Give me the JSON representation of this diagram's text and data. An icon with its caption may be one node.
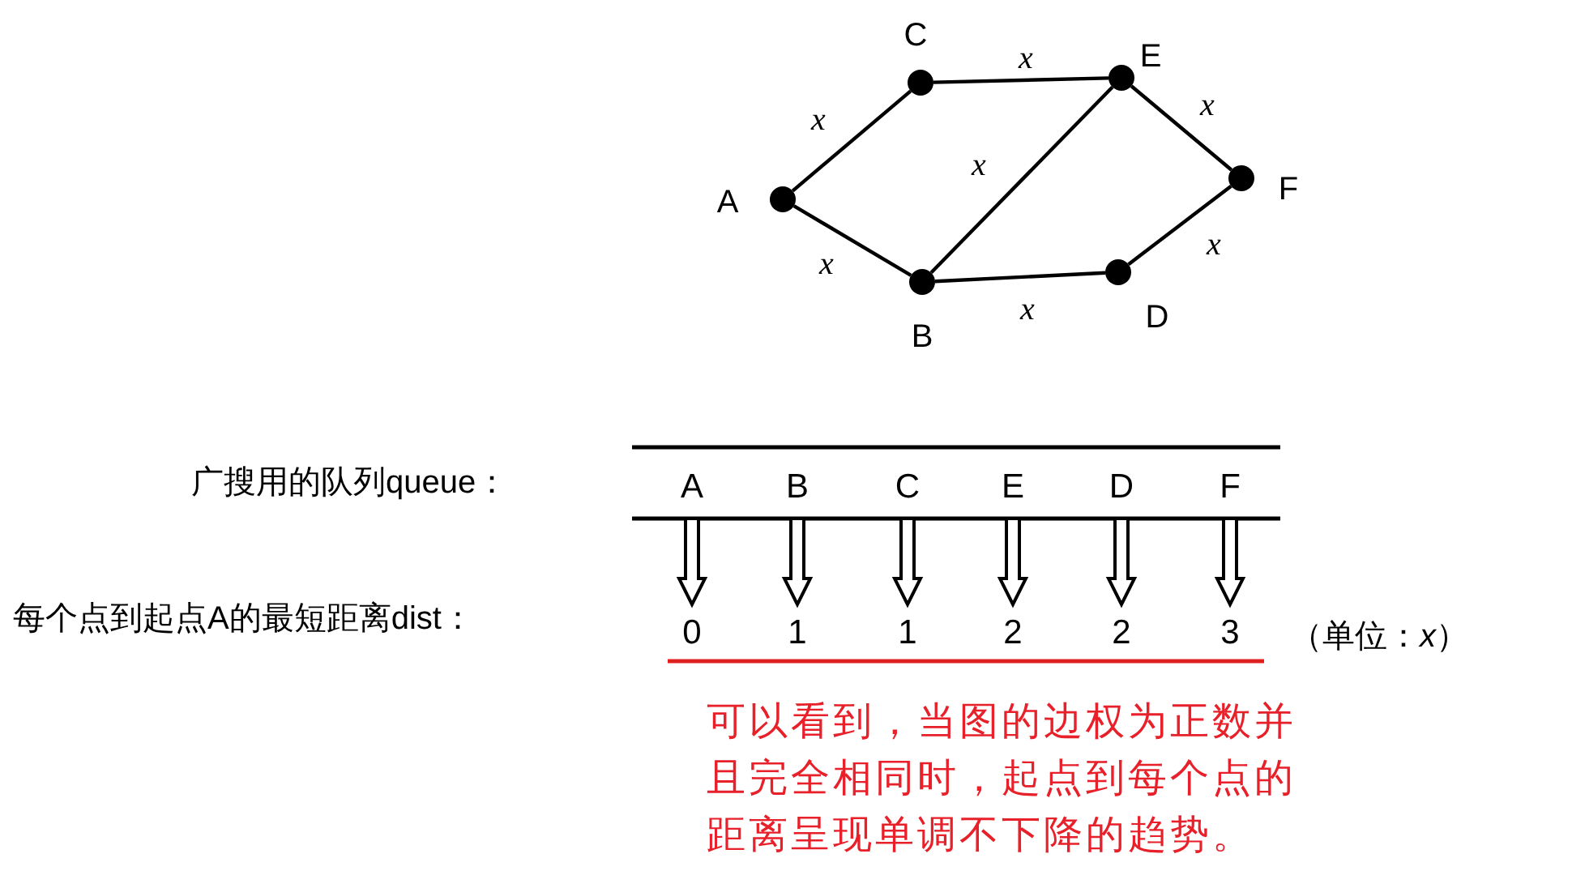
{
  "diagram": {
    "nodes": [
      {
        "text": [],
        "shape": "circle",
        "beside": [
          "A"
        ]
      },
      {
        "text": [],
        "shape": "circle",
        "beside": [
          "C"
        ]
      },
      {
        "text": [],
        "shape": "circle",
        "beside": [
          "E"
        ]
      },
      {
        "text": [],
        "shape": "circle",
        "beside": [
          "F"
        ]
      },
      {
        "text": [],
        "shape": "circle",
        "beside": [
          "D"
        ]
      },
      {
        "text": [],
        "shape": "circle",
        "beside": [
          "B"
        ]
      },
      {
        "text": [
          "A"
        ]
      },
      {
        "text": [
          "B"
        ]
      },
      {
        "text": [
          "C"
        ]
      },
      {
        "text": [
          "E"
        ]
      },
      {
        "text": [
          "D"
        ]
      },
      {
        "text": [
          "F"
        ]
      },
      {
        "text": [
          "0"
        ]
      },
      {
        "text": [
          "1"
        ]
      },
      {
        "text": [
          "1"
        ]
      },
      {
        "text": [
          "2"
        ]
      },
      {
        "text": [
          "2"
        ]
      },
      {
        "text": [
          "3"
        ]
      }
    ],
    "edges": [
      {
        "from": 0,
        "to": 1,
        "arrow": "none",
        "label": "x"
      },
      {
        "from": 1,
        "to": 2,
        "arrow": "none",
        "label": "x"
      },
      {
        "from": 5,
        "to": 2,
        "arrow": "none",
        "label": "x"
      },
      {
        "from": 0,
        "to": 5,
        "arrow": "none",
        "label": "x"
      },
      {
        "from": 5,
        "to": 4,
        "arrow": "none",
        "label": "x"
      },
      {
        "from": 2,
        "to": 3,
        "arrow": "none",
        "label": "x"
      },
      {
        "from": 4,
        "to": 3,
        "arrow": "none",
        "label": "x"
      },
      {
        "from": 6,
        "to": 12,
        "arrow": "to"
      },
      {
        "from": 7,
        "to": 13,
        "arrow": "to"
      },
      {
        "from": 8,
        "to": 14,
        "arrow": "to"
      },
      {
        "from": 9,
        "to": 15,
        "arrow": "to"
      },
      {
        "from": 10,
        "to": 16,
        "arrow": "to"
      },
      {
        "from": 11,
        "to": 17,
        "arrow": "to"
      }
    ],
    "labels": [
      "广搜用的队列queue：",
      "每个点到起点A的最短距离dist：",
      "（单位：*x*）",
      "可以看到，当图的边权为正数并且完全相同时，起点到每个点的距离呈现单调不下降的趋势。"
    ]
  }
}
